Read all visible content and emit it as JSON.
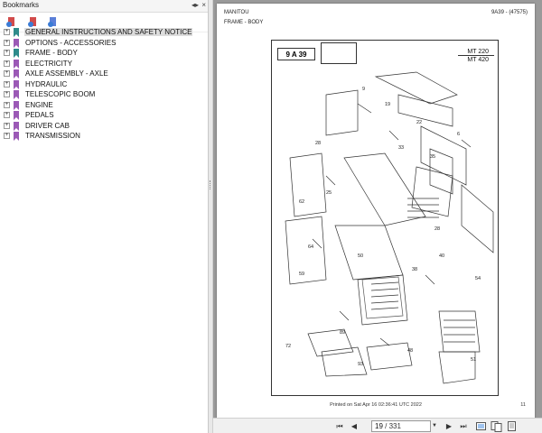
{
  "panel": {
    "title": "Bookmarks",
    "controls": {
      "options": "◂▸",
      "close": "×"
    }
  },
  "bookmarks": [
    {
      "label": "GENERAL INSTRUCTIONS AND SAFETY NOTICE",
      "color": "#2e8b8b",
      "selected": true
    },
    {
      "label": "OPTIONS - ACCESSORIES",
      "color": "#9b59b6"
    },
    {
      "label": "FRAME - BODY",
      "color": "#2e8b8b"
    },
    {
      "label": "ELECTRICITY",
      "color": "#9b59b6"
    },
    {
      "label": "AXLE ASSEMBLY - AXLE",
      "color": "#9b59b6"
    },
    {
      "label": "HYDRAULIC",
      "color": "#9b59b6"
    },
    {
      "label": "TELESCOPIC BOOM",
      "color": "#9b59b6"
    },
    {
      "label": "ENGINE",
      "color": "#9b59b6"
    },
    {
      "label": "PEDALS",
      "color": "#9b59b6"
    },
    {
      "label": "DRIVER CAB",
      "color": "#9b59b6"
    },
    {
      "label": "TRANSMISSION",
      "color": "#9b59b6"
    }
  ],
  "document": {
    "brand": "MANITOU",
    "ref": "9A39 - (47575)",
    "section": "FRAME - BODY",
    "code": "9 A 39",
    "models": [
      "MT 220",
      "MT 420"
    ],
    "printed": "Printed on   Sat Apr 16 02:36:41 UTC 2022",
    "page_number": "11"
  },
  "nav": {
    "current_page": "19",
    "total_pages": "/ 331",
    "first": "⏮",
    "prev": "◀",
    "next": "▶",
    "last": "⏭"
  }
}
